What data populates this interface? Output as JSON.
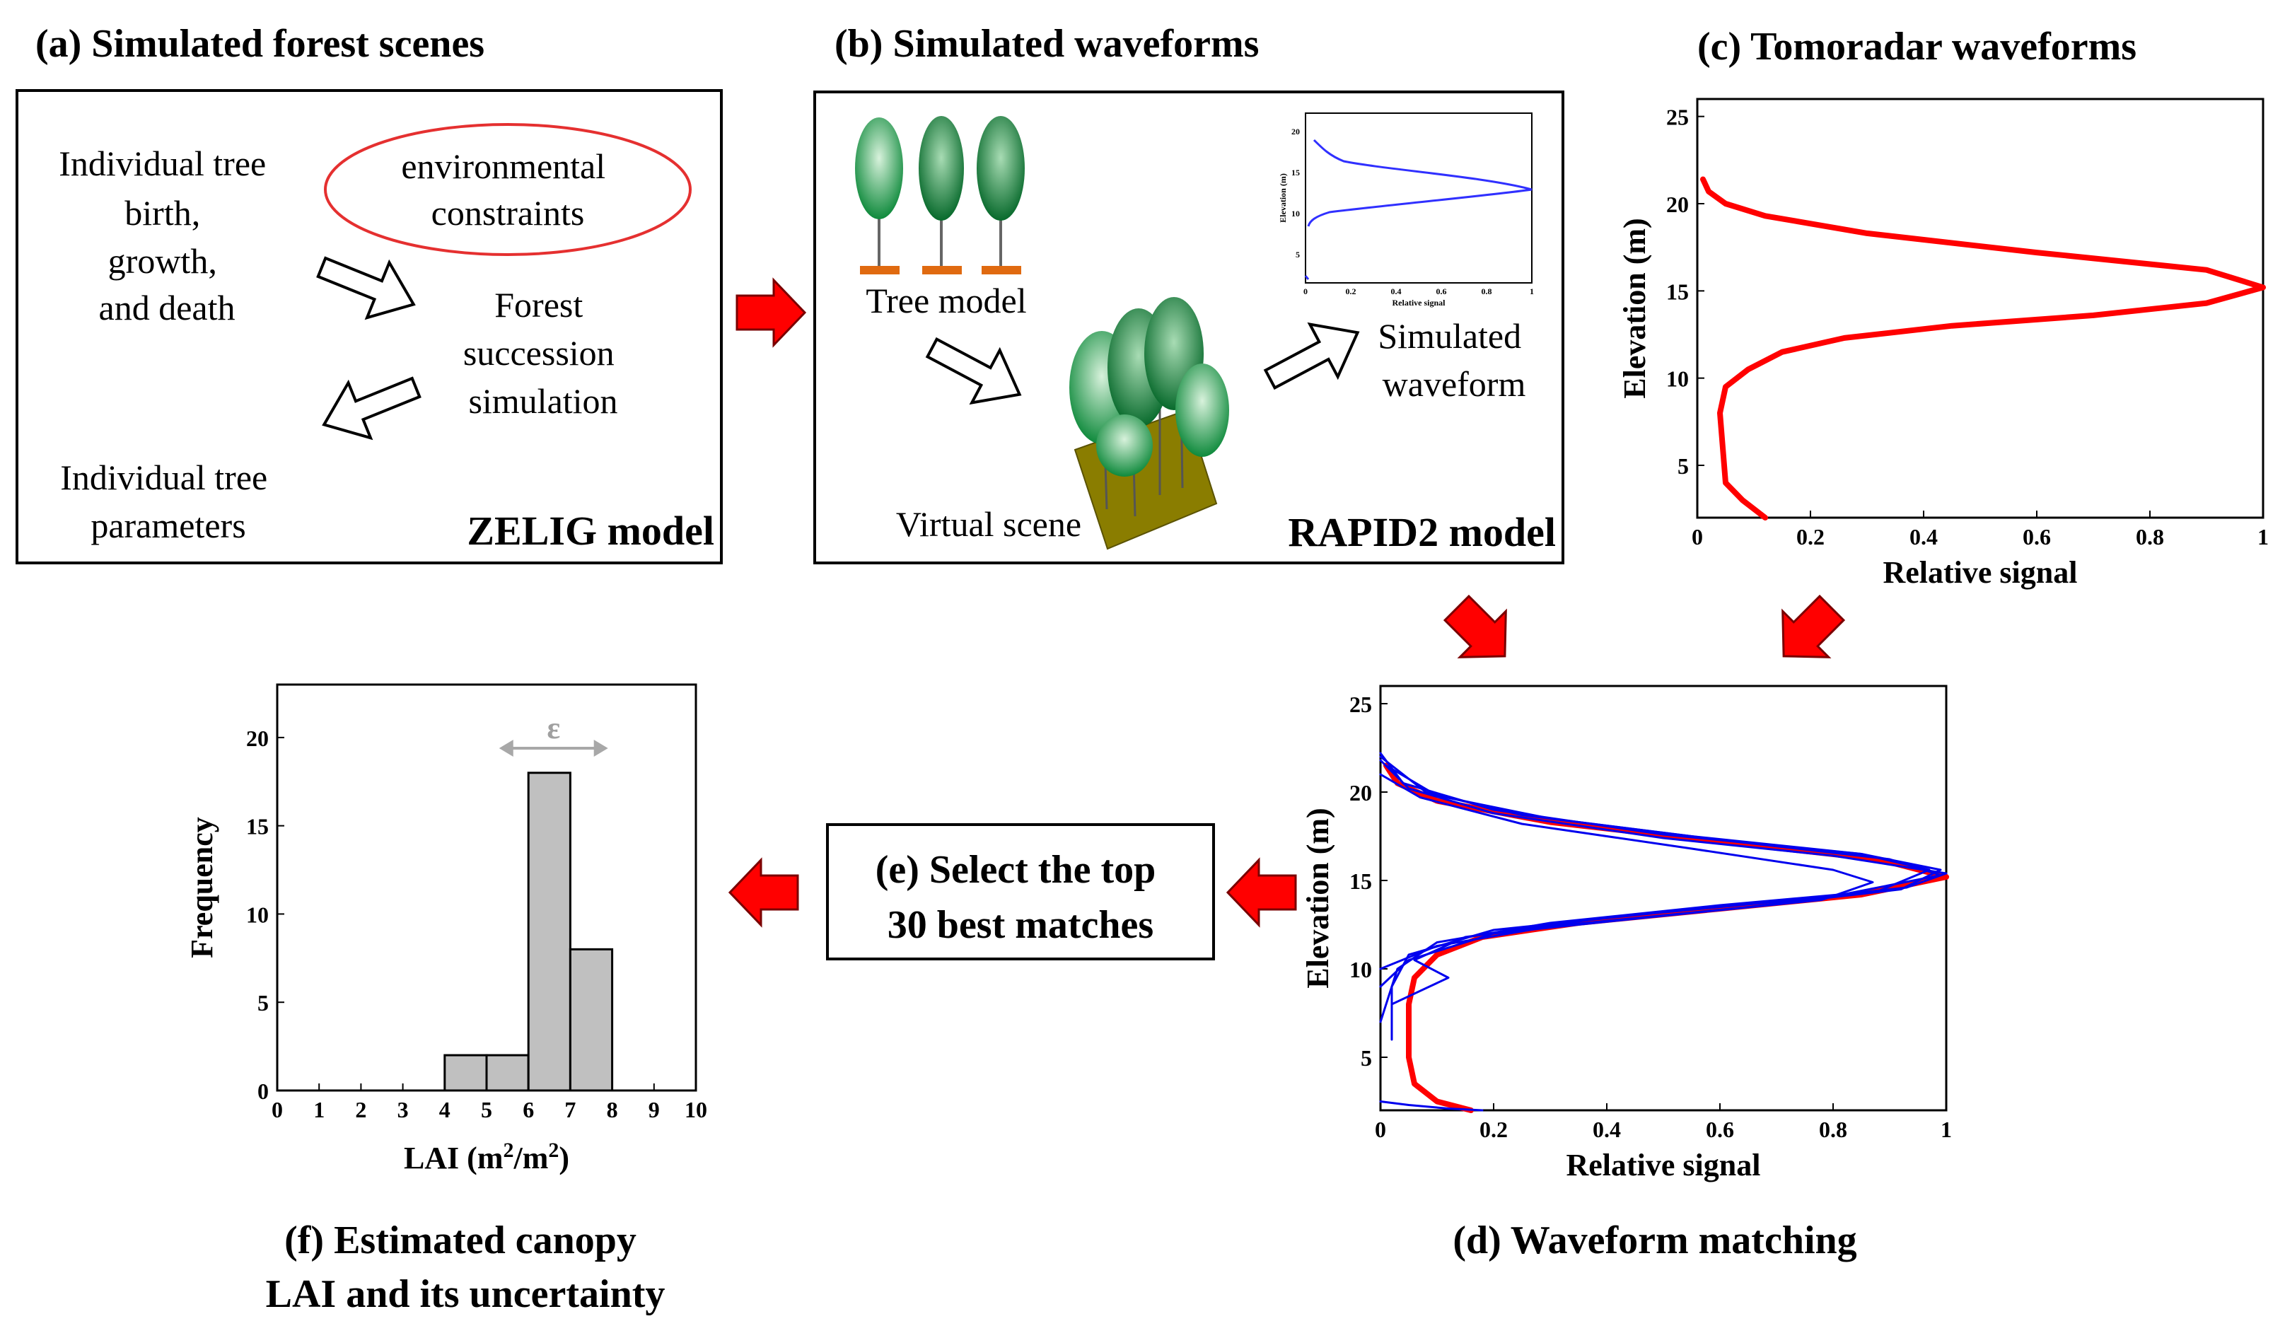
{
  "panel_a": {
    "title": "(a) Simulated forest scenes",
    "text_birth": [
      "Individual tree",
      "birth,",
      "growth,",
      "and death"
    ],
    "ellipse_text": [
      "environmental",
      "constraints"
    ],
    "text_succession": [
      "Forest",
      "succession",
      "simulation"
    ],
    "text_params": [
      "Individual tree",
      "parameters"
    ],
    "model_label": "ZELIG model"
  },
  "panel_b": {
    "title": "(b) Simulated waveforms",
    "tree_model_label": "Tree model",
    "virtual_scene_label": "Virtual scene",
    "simulated_waveform_label": [
      "Simulated",
      "waveform"
    ],
    "model_label": "RAPID2 model",
    "inset_chart": {
      "ylabel": "Elevation (m)",
      "xlabel": "Relative signal",
      "yticks": [
        "20",
        "15",
        "10",
        "5"
      ],
      "xticks": [
        "0",
        "0.2",
        "0.4",
        "0.6",
        "0.8",
        "1"
      ]
    }
  },
  "panel_c": {
    "title": "(c) Tomoradar waveforms"
  },
  "panel_d": {
    "title": "(d) Waveform matching"
  },
  "panel_e": {
    "text": [
      "(e) Select the top",
      "30 best matches"
    ]
  },
  "panel_f": {
    "title": [
      "(f) Estimated canopy",
      "LAI and its uncertainty"
    ],
    "epsilon": "ε"
  },
  "colors": {
    "arrow": "#ff0000",
    "tomoradar": "#ff0000",
    "simulated": "#0000ee",
    "bar_fill": "#c0c0c0",
    "ground": "#8a7d00",
    "trunk_base": "#e06a10"
  },
  "chart_data": [
    {
      "id": "tomoradar",
      "type": "line",
      "xlabel": "Relative signal",
      "ylabel": "Elevation (m)",
      "xlim": [
        0,
        1
      ],
      "ylim": [
        2,
        26
      ],
      "xticks": [
        "0",
        "0.2",
        "0.4",
        "0.6",
        "0.8",
        "1"
      ],
      "yticks": [
        "5",
        "10",
        "15",
        "20",
        "25"
      ],
      "series": [
        {
          "values": [
            [
              0.12,
              2
            ],
            [
              0.08,
              3
            ],
            [
              0.05,
              4
            ],
            [
              0.045,
              6
            ],
            [
              0.04,
              8
            ],
            [
              0.05,
              9.5
            ],
            [
              0.09,
              10.5
            ],
            [
              0.15,
              11.5
            ],
            [
              0.26,
              12.3
            ],
            [
              0.45,
              13
            ],
            [
              0.7,
              13.6
            ],
            [
              0.9,
              14.3
            ],
            [
              1.0,
              15.2
            ],
            [
              0.9,
              16.2
            ],
            [
              0.6,
              17.2
            ],
            [
              0.3,
              18.3
            ],
            [
              0.12,
              19.3
            ],
            [
              0.05,
              20
            ],
            [
              0.02,
              20.7
            ],
            [
              0.01,
              21.4
            ]
          ]
        }
      ]
    },
    {
      "id": "matching",
      "type": "line",
      "xlabel": "Relative signal",
      "ylabel": "Elevation (m)",
      "xlim": [
        0,
        1
      ],
      "ylim": [
        2,
        26
      ],
      "xticks": [
        "0",
        "0.2",
        "0.4",
        "0.6",
        "0.8",
        "1"
      ],
      "yticks": [
        "5",
        "10",
        "15",
        "20",
        "25"
      ],
      "series": [
        {
          "values": [
            [
              0.16,
              2
            ],
            [
              0.1,
              2.5
            ],
            [
              0.06,
              3.5
            ],
            [
              0.05,
              5
            ],
            [
              0.05,
              8
            ],
            [
              0.06,
              9.5
            ],
            [
              0.1,
              10.8
            ],
            [
              0.18,
              11.8
            ],
            [
              0.35,
              12.6
            ],
            [
              0.6,
              13.4
            ],
            [
              0.85,
              14.2
            ],
            [
              1.0,
              15.2
            ],
            [
              0.88,
              16.2
            ],
            [
              0.6,
              17.2
            ],
            [
              0.3,
              18.3
            ],
            [
              0.1,
              19.5
            ],
            [
              0.03,
              20.5
            ],
            [
              0.01,
              21.5
            ]
          ]
        },
        {
          "values": [
            [
              0.02,
              6
            ],
            [
              0.02,
              9
            ],
            [
              0.05,
              10.8
            ],
            [
              0.2,
              12.2
            ],
            [
              0.5,
              13.2
            ],
            [
              0.8,
              14.1
            ],
            [
              0.99,
              15.3
            ],
            [
              0.9,
              16.2
            ],
            [
              0.6,
              17.3
            ],
            [
              0.3,
              18.5
            ],
            [
              0.1,
              19.8
            ],
            [
              0.01,
              21.5
            ]
          ]
        },
        {
          "values": [
            [
              0.0,
              7
            ],
            [
              0.03,
              10
            ],
            [
              0.1,
              11.5
            ],
            [
              0.3,
              12.6
            ],
            [
              0.6,
              13.6
            ],
            [
              0.88,
              14.4
            ],
            [
              0.97,
              15.6
            ],
            [
              0.85,
              16.5
            ],
            [
              0.55,
              17.5
            ],
            [
              0.25,
              18.7
            ],
            [
              0.08,
              20
            ],
            [
              0.0,
              22
            ]
          ]
        },
        {
          "values": [
            [
              0.02,
              8
            ],
            [
              0.12,
              9.5
            ],
            [
              0.06,
              10.5
            ],
            [
              0.15,
              11.8
            ],
            [
              0.4,
              12.9
            ],
            [
              0.7,
              13.8
            ],
            [
              0.93,
              14.6
            ],
            [
              1.0,
              15.4
            ],
            [
              0.8,
              16.4
            ],
            [
              0.5,
              17.4
            ],
            [
              0.2,
              18.8
            ],
            [
              0.05,
              20.2
            ],
            [
              0.0,
              21.8
            ]
          ]
        },
        {
          "values": [
            [
              0.0,
              9
            ],
            [
              0.05,
              10.5
            ],
            [
              0.2,
              12
            ],
            [
              0.5,
              13
            ],
            [
              0.78,
              13.9
            ],
            [
              0.87,
              14.9
            ],
            [
              0.8,
              15.6
            ],
            [
              0.55,
              16.8
            ],
            [
              0.25,
              18.2
            ],
            [
              0.07,
              19.7
            ],
            [
              0.0,
              21
            ]
          ]
        },
        {
          "values": [
            [
              0.0,
              10
            ],
            [
              0.1,
              11.3
            ],
            [
              0.3,
              12.4
            ],
            [
              0.65,
              13.5
            ],
            [
              0.92,
              14.5
            ],
            [
              0.99,
              15.6
            ],
            [
              0.85,
              16.5
            ],
            [
              0.5,
              17.6
            ],
            [
              0.2,
              19
            ],
            [
              0.04,
              20.5
            ],
            [
              0.0,
              22.2
            ]
          ]
        },
        {
          "values": [
            [
              0.0,
              2.5
            ],
            [
              0.05,
              2.3
            ],
            [
              0.12,
              2.1
            ],
            [
              0.18,
              2
            ]
          ]
        }
      ]
    },
    {
      "id": "lai_histogram",
      "type": "bar",
      "xlabel": "LAI (m2/m2)",
      "ylabel": "Frequency",
      "xlim": [
        0,
        10
      ],
      "ylim": [
        0,
        23
      ],
      "xticks": [
        "0",
        "1",
        "2",
        "3",
        "4",
        "5",
        "6",
        "7",
        "8",
        "9",
        "10"
      ],
      "yticks": [
        "0",
        "5",
        "10",
        "15",
        "20"
      ],
      "bins": [
        [
          4,
          5
        ],
        [
          5,
          6
        ],
        [
          6,
          7
        ],
        [
          7,
          8
        ]
      ],
      "values": [
        2,
        2,
        18,
        8
      ]
    }
  ]
}
